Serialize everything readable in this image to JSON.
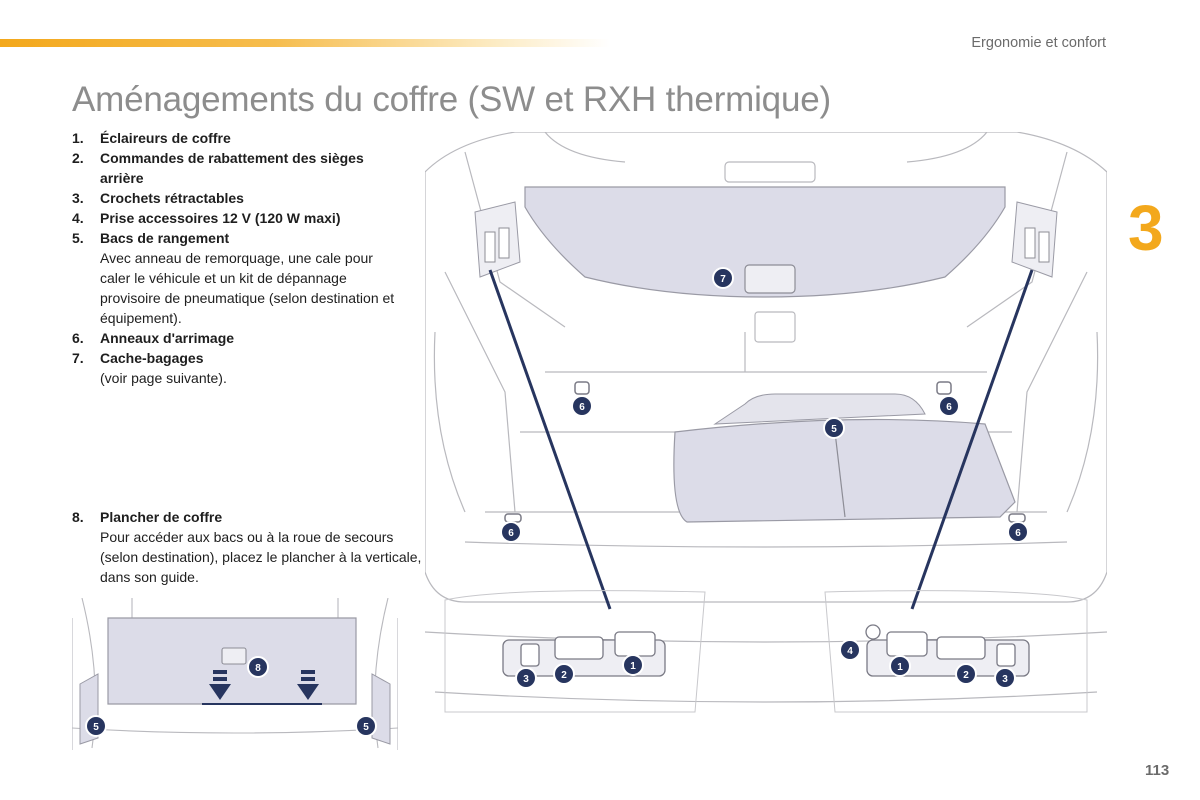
{
  "header": {
    "section": "Ergonomie et confort"
  },
  "chapter": "3",
  "title": "Aménagements du coffre (SW et RXH thermique)",
  "items": [
    {
      "num": "1.",
      "title": "Éclaireurs de coffre",
      "desc": ""
    },
    {
      "num": "2.",
      "title": "Commandes de rabattement des sièges arrière",
      "desc": ""
    },
    {
      "num": "3.",
      "title": "Crochets rétractables",
      "desc": ""
    },
    {
      "num": "4.",
      "title": "Prise accessoires 12 V (120 W maxi)",
      "desc": ""
    },
    {
      "num": "5.",
      "title": "Bacs de rangement",
      "desc": "Avec anneau de remorquage, une cale pour caler le véhicule et un kit de dépannage provisoire de pneumatique (selon destination et équipement)."
    },
    {
      "num": "6.",
      "title": "Anneaux d'arrimage",
      "desc": ""
    },
    {
      "num": "7.",
      "title": "Cache-bagages",
      "desc": "(voir page suivante)."
    }
  ],
  "floor_item": {
    "num": "8.",
    "title": "Plancher de coffre",
    "desc": "Pour accéder aux bacs ou à la roue de secours (selon destination), placez le plancher à la verticale, dans son guide."
  },
  "callouts": {
    "c1": "1",
    "c2": "2",
    "c3": "3",
    "c4": "4",
    "c5": "5",
    "c6": "6",
    "c7": "7",
    "c8": "8"
  },
  "page_number": "113",
  "colors": {
    "accent": "#f3a81c",
    "callout": "#27355f",
    "highlight": "#dcdce8",
    "line": "#b9b9be"
  }
}
